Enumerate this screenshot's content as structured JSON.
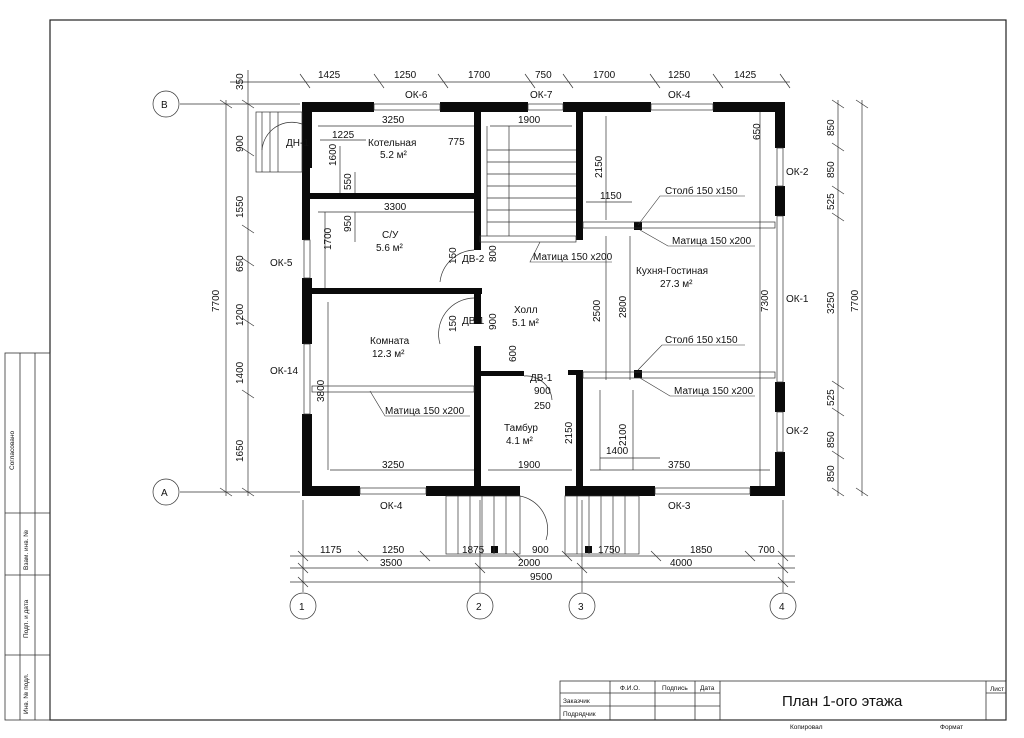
{
  "title_block": {
    "title": "План 1-ого этажа",
    "sheet": "Лист",
    "cols": [
      "Ф.И.О.",
      "Подпись",
      "Дата"
    ],
    "rows": [
      "Заказчик",
      "Подрядчик"
    ],
    "copied": "Копировал",
    "format": "Формат"
  },
  "side_stamp": {
    "agreed": "Согласовано",
    "inv_replace": "Взам. инв. №",
    "sign_date": "Подп. и дата",
    "inv_orig": "Инв. № подл."
  },
  "axes": {
    "b": "В",
    "a": "А",
    "n1": "1",
    "n2": "2",
    "n3": "3",
    "n4": "4"
  },
  "rooms": {
    "boiler": {
      "name": "Котельная",
      "area": "5.2 м²"
    },
    "bath": {
      "name": "С/У",
      "area": "5.6 м²"
    },
    "hall": {
      "name": "Холл",
      "area": "5.1 м²"
    },
    "room": {
      "name": "Комната",
      "area": "12.3 м²"
    },
    "vestibule": {
      "name": "Тамбур",
      "area": "4.1 м²"
    },
    "kitchen": {
      "name": "Кухня-Гостиная",
      "area": "27.3 м²"
    }
  },
  "openings": {
    "ok6": "ОК-6",
    "ok7": "ОК-7",
    "ok4top": "ОК-4",
    "ok2top": "ОК-2",
    "ok1": "ОК-1",
    "ok2bot": "ОК-2",
    "ok5": "ОК-5",
    "ok14": "ОК-14",
    "ok4bot": "ОК-4",
    "ok3": "ОК-3",
    "dn1": "ДН-1",
    "dv2": "ДВ-2",
    "dv1a": "ДВ-1",
    "dv1b": "ДВ-1"
  },
  "notes": {
    "col_top": "Столб 150 x150",
    "col_bot": "Столб 150 x150",
    "beam1": "Матица 150 x200",
    "beam2": "Матица 150 x200",
    "beam3": "Матица 150 x200",
    "beam4": "Матица 150 x200"
  },
  "dims": {
    "top": [
      "1425",
      "1250",
      "1700",
      "750",
      "1700",
      "1250",
      "1425"
    ],
    "top_350": "350",
    "left": [
      "900",
      "1550",
      "650",
      "1200",
      "1400",
      "1650"
    ],
    "left_total": "7700",
    "right_inner": [
      "650",
      "2150"
    ],
    "right": [
      "850",
      "850",
      "525",
      "3250",
      "525",
      "850",
      "850"
    ],
    "right_total": "7700",
    "right_7300": "7300",
    "bottom1": [
      "1175",
      "1250",
      "1875",
      "900",
      "1750",
      "1850",
      "700"
    ],
    "bottom2": [
      "3500",
      "2000",
      "4000"
    ],
    "bottom_total": "9500",
    "inner": {
      "d3250a": "3250",
      "d1225": "1225",
      "d1600": "1600",
      "d775": "775",
      "d1900a": "1900",
      "d550": "550",
      "d3300": "3300",
      "d950": "950",
      "d1700a": "1700",
      "d1150": "1150",
      "d150a": "150",
      "d800": "800",
      "d2500": "2500",
      "d2800": "2800",
      "d150b": "150",
      "d900a": "900",
      "d600": "600",
      "d900b": "900",
      "d250": "250",
      "d3800": "3800",
      "d2150": "2150",
      "d2100": "2100",
      "d1400": "1400",
      "d3250b": "3250",
      "d1900b": "1900",
      "d3750": "3750"
    }
  }
}
